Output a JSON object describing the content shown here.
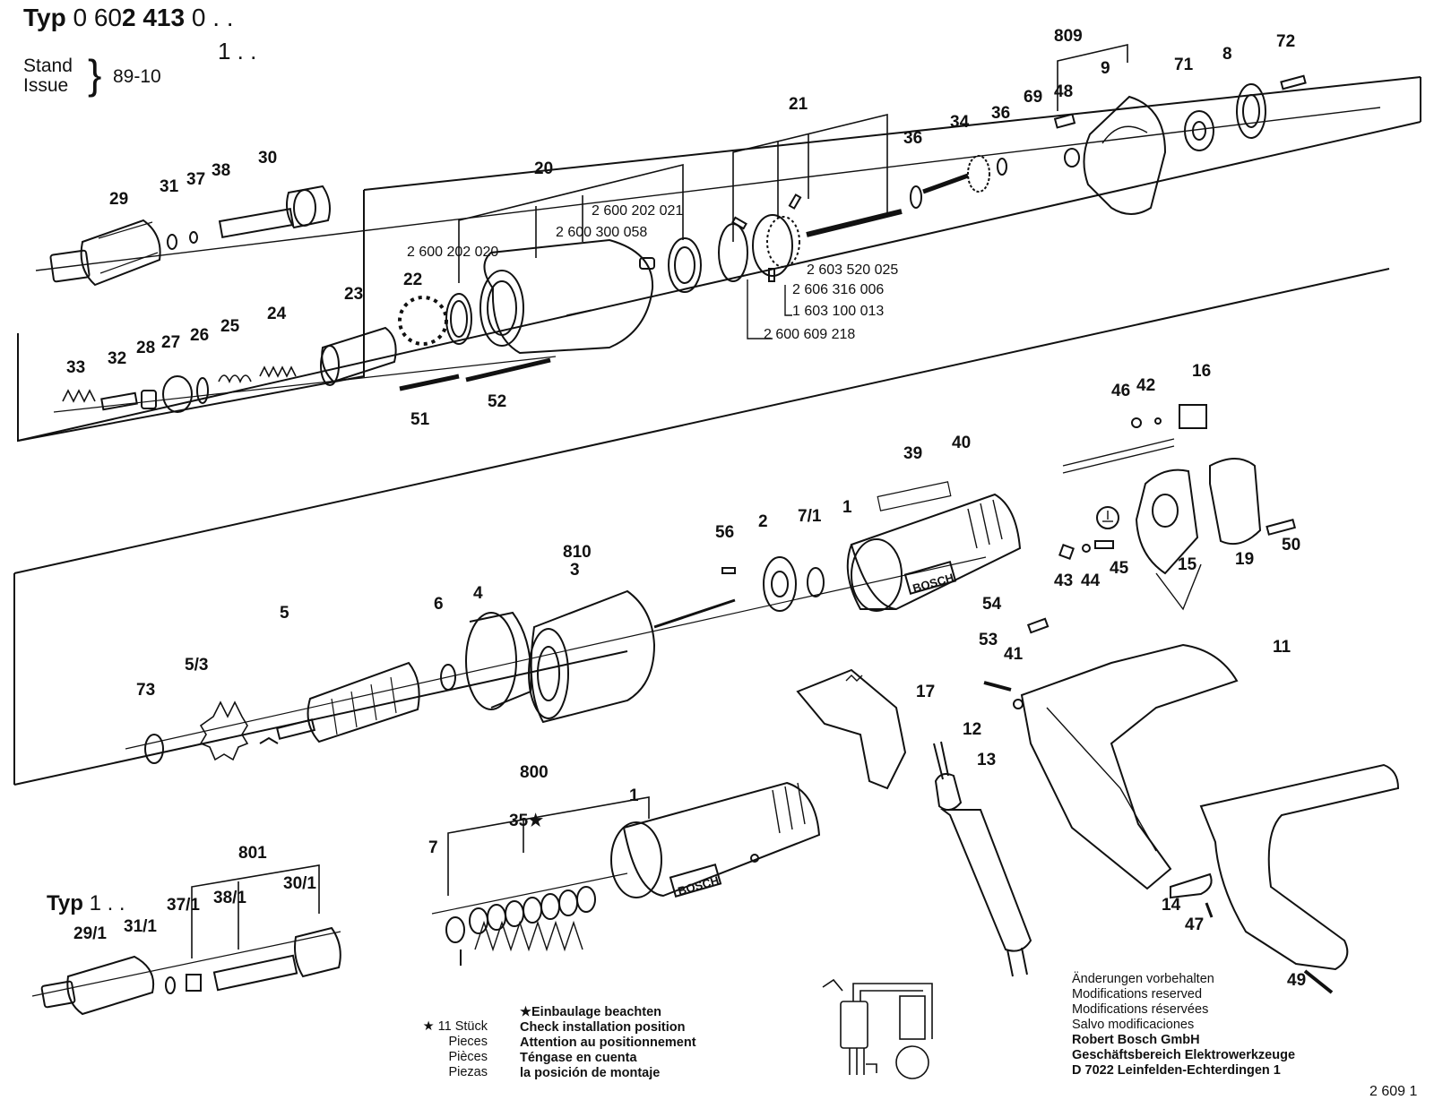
{
  "header": {
    "typ_label": "Typ",
    "typ_prefix": "0 60",
    "typ_bold": "2 413",
    "typ_suffix": "0 . .",
    "variant_line": "1 . .",
    "stand_label": "Stand",
    "issue_label": "Issue",
    "issue_date": "89-10"
  },
  "variant_section": {
    "typ_label": "Typ",
    "typ_value": "1 . ."
  },
  "callouts": [
    "809",
    "9",
    "72",
    "71",
    "8",
    "69",
    "48",
    "21",
    "36",
    "34",
    "36",
    "29",
    "31",
    "37",
    "38",
    "30",
    "20",
    "2 600 202 021",
    "2 600 300 058",
    "2 600 202 020",
    "22",
    "23",
    "2 603 520 025",
    "2 606 316 006",
    "1 603 100 013",
    "2 600 609 218",
    "33",
    "32",
    "28",
    "27",
    "26",
    "25",
    "24",
    "51",
    "52",
    "46",
    "42",
    "16",
    "39",
    "40",
    "1",
    "7/1",
    "2",
    "56",
    "810",
    "3",
    "43",
    "44",
    "45",
    "15",
    "19",
    "50",
    "54",
    "5",
    "6",
    "4",
    "5/3",
    "73",
    "53",
    "41",
    "11",
    "17",
    "12",
    "13",
    "800",
    "35★",
    "1",
    "7",
    "801",
    "29/1",
    "31/1",
    "37/1",
    "38/1",
    "30/1",
    "14",
    "47",
    "49"
  ],
  "notes": {
    "pieces": [
      "★ 11 Stück",
      "Pieces",
      "Pièces",
      "Piezas"
    ],
    "install": [
      "★Einbaulage beachten",
      "Check installation position",
      "Attention au positionnement",
      "Téngase en cuenta",
      "la posición de montaje"
    ],
    "modifications": [
      "Änderungen vorbehalten",
      "Modifications reserved",
      "Modifications réservées",
      "Salvo modificaciones"
    ],
    "company": [
      "Robert Bosch GmbH",
      "Geschäftsbereich Elektrowerkzeuge",
      "D 7022 Leinfelden-Echterdingen 1"
    ]
  },
  "brand": "BOSCH",
  "page_number": "2 609 1"
}
